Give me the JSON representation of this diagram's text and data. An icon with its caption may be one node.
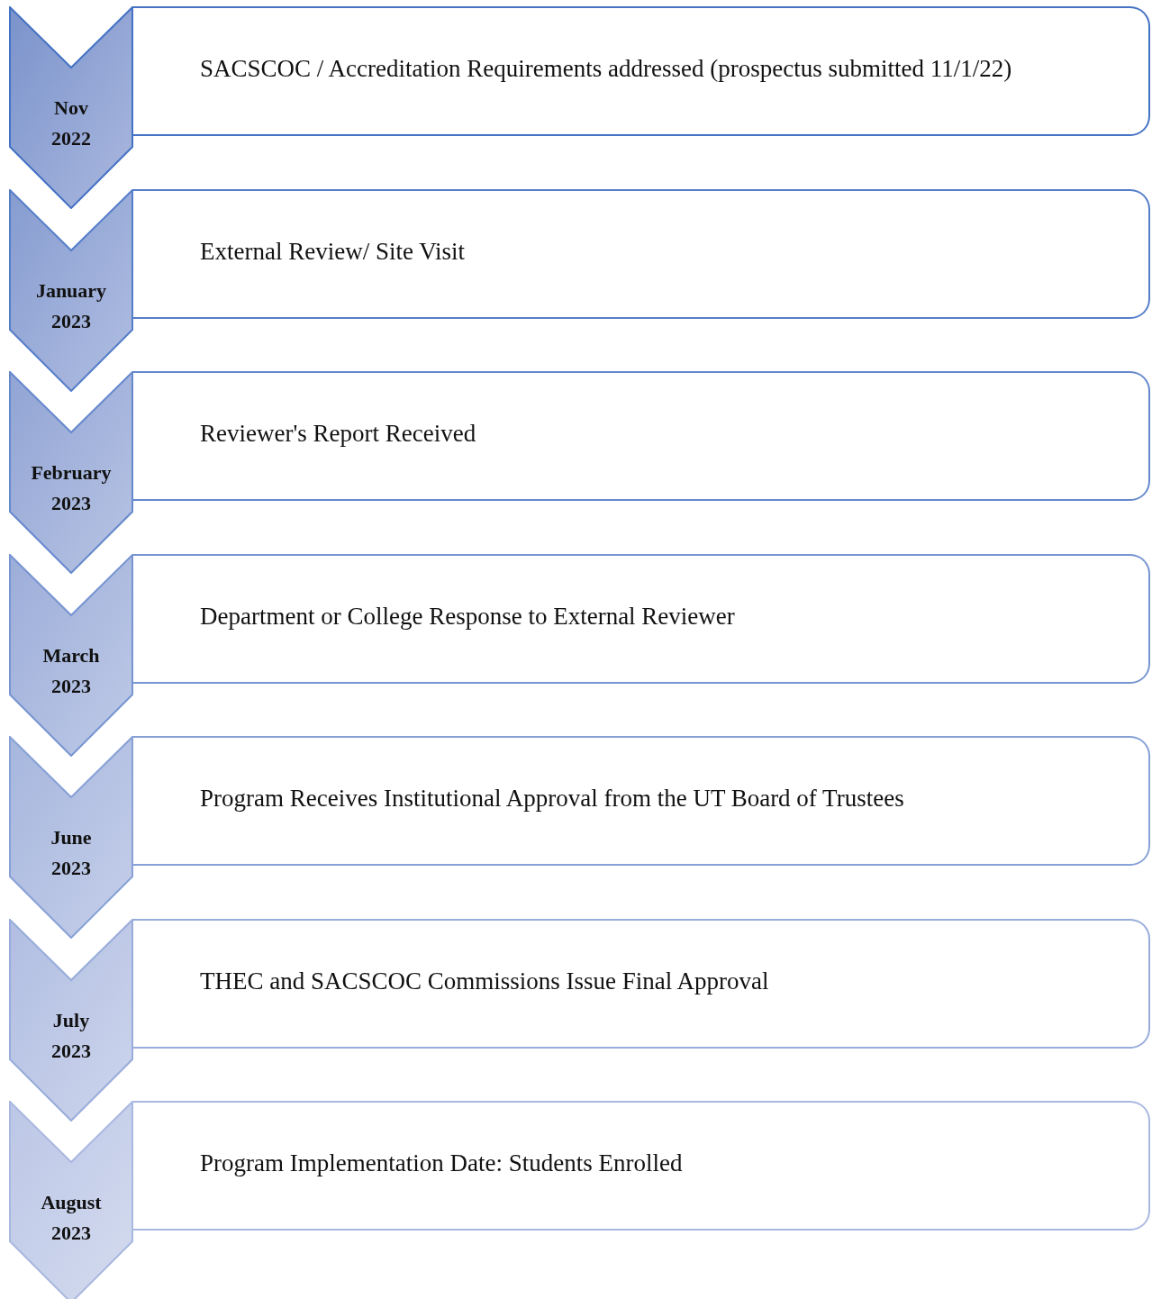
{
  "diagram": {
    "nodes": [
      {
        "text": [
          "Nov 2022"
        ]
      },
      {
        "text": [
          "SACSCOC / Accreditation Requirements addressed (prospectus submitted 11/1/22)"
        ]
      },
      {
        "text": [
          "January 2023"
        ]
      },
      {
        "text": [
          "External Review/ Site Visit"
        ]
      },
      {
        "text": [
          "February 2023"
        ]
      },
      {
        "text": [
          "Reviewer's Report Received"
        ]
      },
      {
        "text": [
          "March 2023"
        ]
      },
      {
        "text": [
          "Department or College Response to External Reviewer"
        ]
      },
      {
        "text": [
          "June 2023"
        ]
      },
      {
        "text": [
          "Program Receives Institutional Approval from the UT Board of Trustees"
        ]
      },
      {
        "text": [
          "July 2023"
        ]
      },
      {
        "text": [
          "THEC and SACSCOC Commissions Issue Final Approval"
        ]
      },
      {
        "text": [
          "August 2023"
        ]
      },
      {
        "text": [
          "Program Implementation Date: Students Enrolled"
        ]
      }
    ],
    "edges": []
  }
}
